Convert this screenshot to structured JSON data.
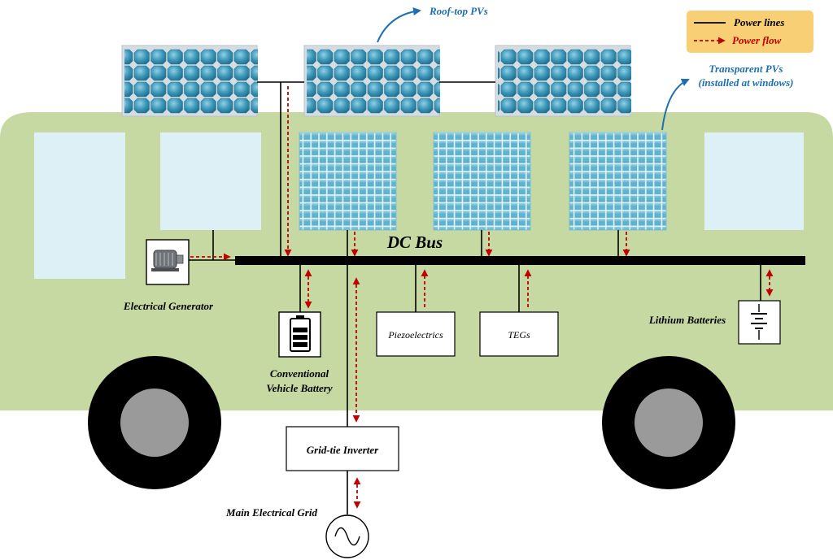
{
  "legend": {
    "power_lines": "Power lines",
    "power_flow": "Power flow"
  },
  "labels": {
    "roof_top_pvs": "Roof-top PVs",
    "transparent_pvs_line1": "Transparent PVs",
    "transparent_pvs_line2": "(installed at windows)",
    "dc_bus": "DC Bus",
    "electrical_generator": "Electrical Generator",
    "conventional_battery_line1": "Conventional",
    "conventional_battery_line2": "Vehicle Battery",
    "piezoelectrics": "Piezoelectrics",
    "tegs": "TEGs",
    "lithium_batteries": "Lithium Batteries",
    "grid_tie_inverter": "Grid-tie Inverter",
    "main_electrical_grid": "Main Electrical Grid"
  },
  "colors": {
    "bus_body": "#c6d9a3",
    "window": "#dcf0f5",
    "pv_cell": "#3e98b9",
    "transparent_pv": "#5fb3cc",
    "power_line": "#000000",
    "power_flow": "#c00000",
    "callout": "#1f6fb0",
    "legend_bg": "#f8cf74"
  }
}
